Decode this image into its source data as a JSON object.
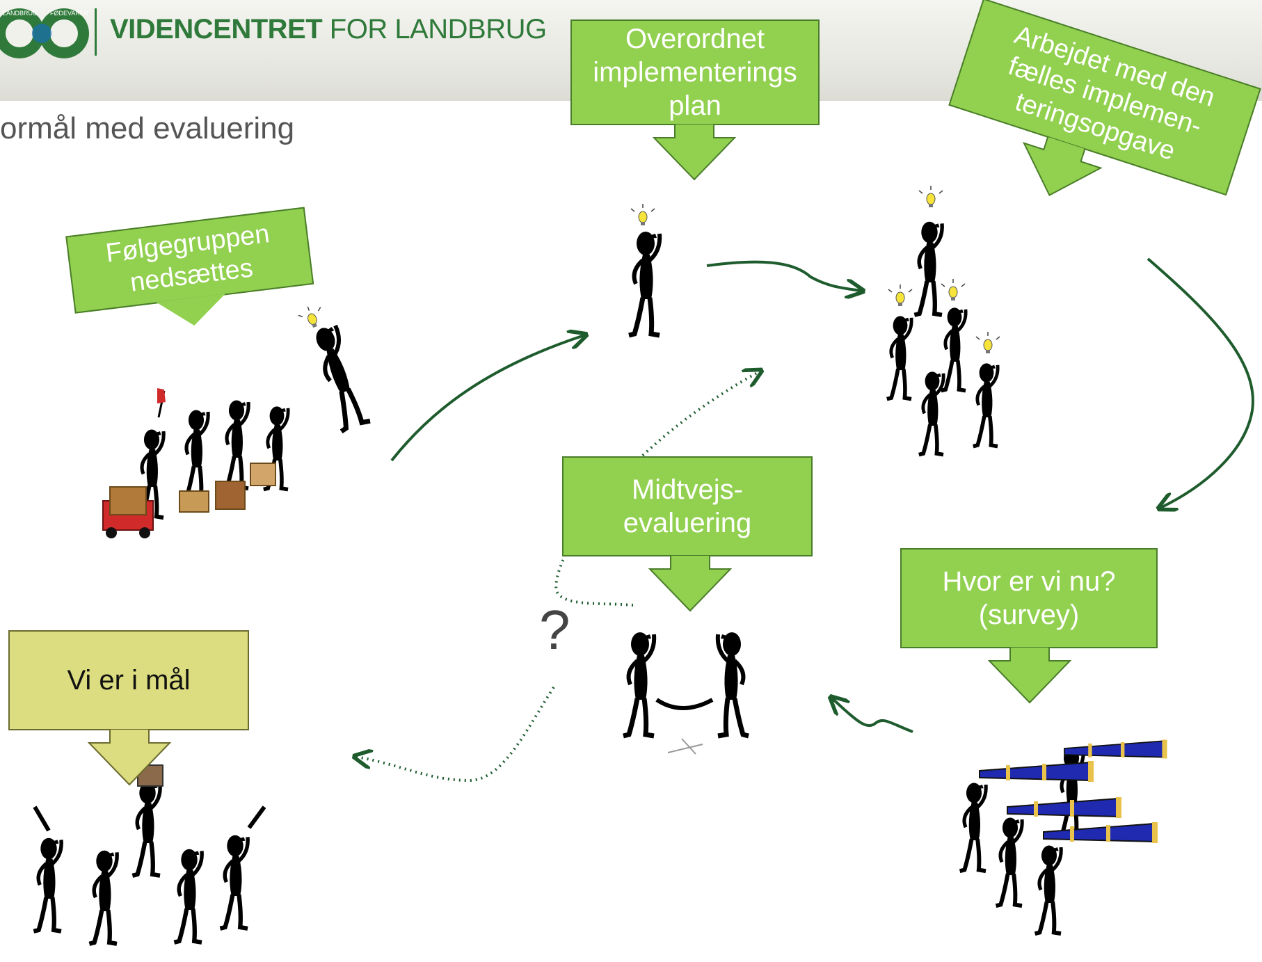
{
  "header": {
    "brand_bold": "VIDENCENTRET",
    "brand_light": "FOR LANDBRUG",
    "logo_ring_text_left": "LANDBRUG",
    "logo_ring_text_right": "FØDEVARER"
  },
  "slide_title": "ormål med evaluering",
  "callouts": {
    "folgegruppen": "Følgegruppen\nnedsættes",
    "overordnet": "Overordnet\nimplementerings\nplan",
    "arbejdet": "Arbejdet med den\nfælles implemen-\nteringsopgave",
    "midtvejs": "Midtvejs-\nevaluering",
    "hvor": "Hvor er vi nu?\n(survey)",
    "vi_er_i_maal": "Vi er i mål"
  },
  "question_mark": "?",
  "colors": {
    "header_green": "#2f7a3a",
    "callout_green": "#92d050",
    "callout_border": "#4a7d2a",
    "callout_yellow": "#dcdc80",
    "arrow_green": "#1e5c2e",
    "figure_black": "#000000",
    "telescope_blue": "#1f2ab0",
    "bulb_yellow": "#f6e43a"
  }
}
